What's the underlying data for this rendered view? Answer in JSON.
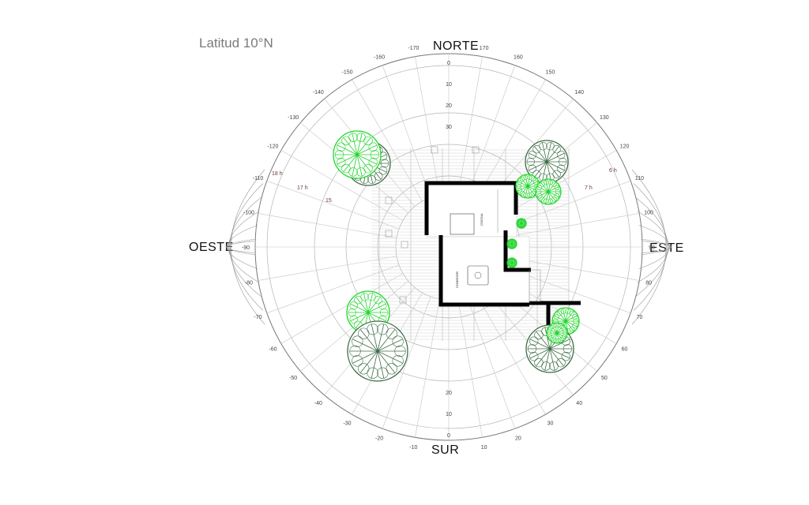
{
  "title": "Latitud 10°N",
  "cardinals": {
    "north": "NORTE",
    "south": "SUR",
    "east": "ESTE",
    "west": "OESTE"
  },
  "azimuth_labels_top": [
    "-170",
    "-160",
    "-150",
    "-140",
    "-130",
    "-120",
    "-110",
    "-100",
    "-90",
    "-80",
    "-70",
    "-60",
    "-50",
    "-40",
    "-30",
    "-20",
    "-10",
    "170",
    "160",
    "150",
    "140",
    "130",
    "120",
    "110",
    "100",
    "90",
    "80",
    "70",
    "60",
    "50",
    "40",
    "30",
    "20",
    "10"
  ],
  "altitude_labels_north": [
    "0",
    "10",
    "20",
    "30"
  ],
  "altitude_labels_south": [
    "0",
    "10",
    "20"
  ],
  "hour_labels": {
    "west": [
      "18 h",
      "17 h",
      "15"
    ],
    "east": [
      "6 h",
      "7 h"
    ]
  },
  "rooms": {
    "kitchen": "COCINA",
    "dining": "COMEDOR"
  },
  "colors": {
    "tree_bright": "#1fd42a",
    "tree_dark": "#3d6b45",
    "wall": "#000000",
    "grid": "#9a9a9a"
  }
}
